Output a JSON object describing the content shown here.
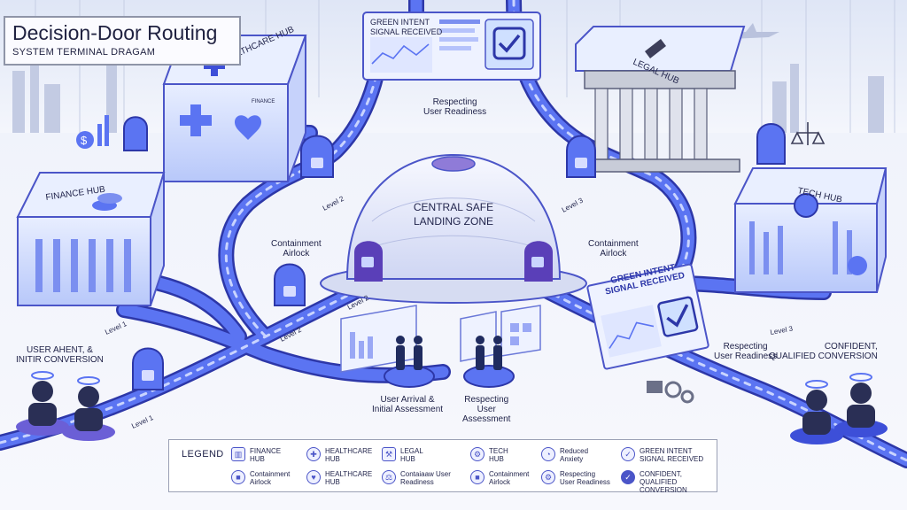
{
  "title": {
    "main": "Decision-Door Routing",
    "subtitle": "SYSTEM TERMINAL DRAGAM"
  },
  "hubs": {
    "healthcare": "HEALTHCARE HUB",
    "finance": "FINANCE HUB",
    "legal": "LEGAL HUB",
    "tech": "TECH HUB",
    "finance_sign": "FINANCE"
  },
  "center": {
    "dome_line1": "CENTRAL SAFE",
    "dome_line2": "LANDING ZONE"
  },
  "labels": {
    "containment_left": "Containment\nAirlock",
    "containment_right": "Containment\nAirlock",
    "respecting_top": "Respecting\nUser Readiness",
    "respecting_right": "Respecting\nUser Readiness",
    "respecting_bottom": "Respecting\nUser\nAssessment",
    "user_arrival": "User Arrival &\nInitial Assessment",
    "user_ahent": "USER AHENT, &\nINITIR CONVERSION",
    "confident": "CONFIDENT,\nQUALIFIED CONVERSION",
    "green_panel_top": "GREEN INTENT\nSIGNAL RECEIVED",
    "green_panel_right": "GREEN INTENT\nSIGNAL RECEIVED"
  },
  "levels": {
    "l1_left": "Level 1",
    "l1_bottom": "Level 1",
    "l2_a": "Level 2",
    "l2_b": "Level 2",
    "l2_c": "Level 2",
    "l3_a": "Level 3",
    "l3_b": "Level 3"
  },
  "legend": {
    "title": "LEGEND",
    "items": [
      {
        "icon": "finance-hub-icon",
        "text": "FINANCE\nHUB"
      },
      {
        "icon": "healthcare-hub-icon",
        "text": "HEALTHCARE\nHUB"
      },
      {
        "icon": "legal-hub-icon",
        "text": "LEGAL\nHUB"
      },
      {
        "icon": "tech-hub-icon",
        "text": "TECH\nHUB"
      },
      {
        "icon": "reduced-anxiety-icon",
        "text": "Reduced\nAnxiety"
      },
      {
        "icon": "green-intent-icon",
        "text": "GREEN INTENT\nSIGNAL RECEIVED"
      },
      {
        "icon": "lock-icon",
        "text": "Containment\nAirlock"
      },
      {
        "icon": "heart-icon",
        "text": "HEALTHCARE\nHUB"
      },
      {
        "icon": "scales-icon",
        "text": "Contaiaaw User\nReadiness"
      },
      {
        "icon": "lock-icon",
        "text": "Containment\nAirlock"
      },
      {
        "icon": "gear-icon",
        "text": "Respecting\nUser Readiness"
      },
      {
        "icon": "check-icon",
        "text": "CONFIDENT, QUALIFIED\nCONVERSION"
      }
    ]
  },
  "colors": {
    "accent": "#3d4fd8",
    "track": "#5b74f2",
    "track_dark": "#2d37a8",
    "hub_fill": "#dfe7ff",
    "lavender": "#8f7bd8"
  }
}
